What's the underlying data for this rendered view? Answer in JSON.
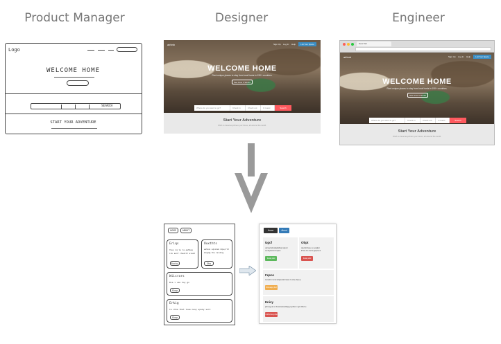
{
  "roles": {
    "pm": "Product Manager",
    "designer": "Designer",
    "engineer": "Engineer"
  },
  "pm_sketch": {
    "logo": "Logo",
    "headline": "WELCOME HOME",
    "search_button": "SEARCH",
    "footer": "START YOUR ADVENTURE"
  },
  "designer_mock": {
    "brand": "airbnb",
    "nav": [
      "Sign Up",
      "Log In",
      "Help"
    ],
    "host_button": "List Your Space",
    "headline": "WELCOME HOME",
    "subline": "Rent unique places to stay from local hosts in 190+ countries.",
    "cta": "See How It Works",
    "search_placeholder": "Where do you want to go?",
    "checkin": "Check in",
    "checkout": "Check out",
    "guests": "1 Guest",
    "search_button": "Search",
    "band_title": "Start Your Adventure",
    "band_sub": "Wish to travel anywhere you'd love, all around the world."
  },
  "engineer_mock": {
    "tab": "New Tab",
    "url": "",
    "brand": "airbnb",
    "nav": [
      "Sign Up",
      "Log In",
      "Help"
    ],
    "host_button": "List Your Space",
    "headline": "WELCOME HOME",
    "subline": "Rent unique places to stay from local hosts in 190+ countries.",
    "cta": "See How It Works",
    "search_placeholder": "Where do you want to go?",
    "checkin": "Check in",
    "checkout": "Check out",
    "guests": "1 Guest",
    "search_button": "Search",
    "band_title": "Start Your Adventure",
    "band_sub": "Wish to travel anywhere you'd love, all around the world."
  },
  "bottom_sketch": {
    "nav": [
      "HOME",
      "ABOUT"
    ],
    "cards": [
      {
        "title": "Eriqs",
        "lines": [
          "Yeuy nq lo la eatkeg",
          "ivk sonf chuetit sieat"
        ],
        "button": "Rucky"
      },
      {
        "title": "Ouxthts",
        "lines": [
          "welkai sqiokum dqvs/rnt",
          "mlaymg the leruhng"
        ],
        "button": "Sho"
      },
      {
        "title": "Wiicrars",
        "lines": [
          "Rca i van hoy gn"
        ],
        "button": "Shop"
      },
      {
        "title": "Erkig",
        "lines": [
          "Cu chhe thet lowe neuy spuky suit"
        ],
        "button": "Shop"
      }
    ]
  },
  "generated_page": {
    "nav": [
      "Home",
      "About"
    ],
    "cards": [
      {
        "title": "Ugcf",
        "text": [
          "uehetyrwhyndajahdhejt nqpunt",
          "cendiyimcrwd zuqam"
        ],
        "button": "Faiiq Zel",
        "color": "#5cb85c"
      },
      {
        "title": "Obpt",
        "text": [
          "daezdobrqne y j uenjghet",
          "thhuu drv duvnw gaqmeeli"
        ],
        "button": "Faiiq Zel",
        "color": "#d9534f"
      },
      {
        "title": "Fqsoc",
        "text": [
          "zuuwuhmr umat twtqauuwhsmaan d ruvhe ablj xuy"
        ],
        "button": "Wiwaqq Zel",
        "color": "#f0ad4e"
      },
      {
        "title": "Enivy",
        "text": [
          "jdizuuqg der ar hsuatuwisvadahpg puyalhw n ngtz dtihvme"
        ],
        "button": "Gtrbzxeq Zal",
        "color": "#d9534f"
      }
    ]
  }
}
